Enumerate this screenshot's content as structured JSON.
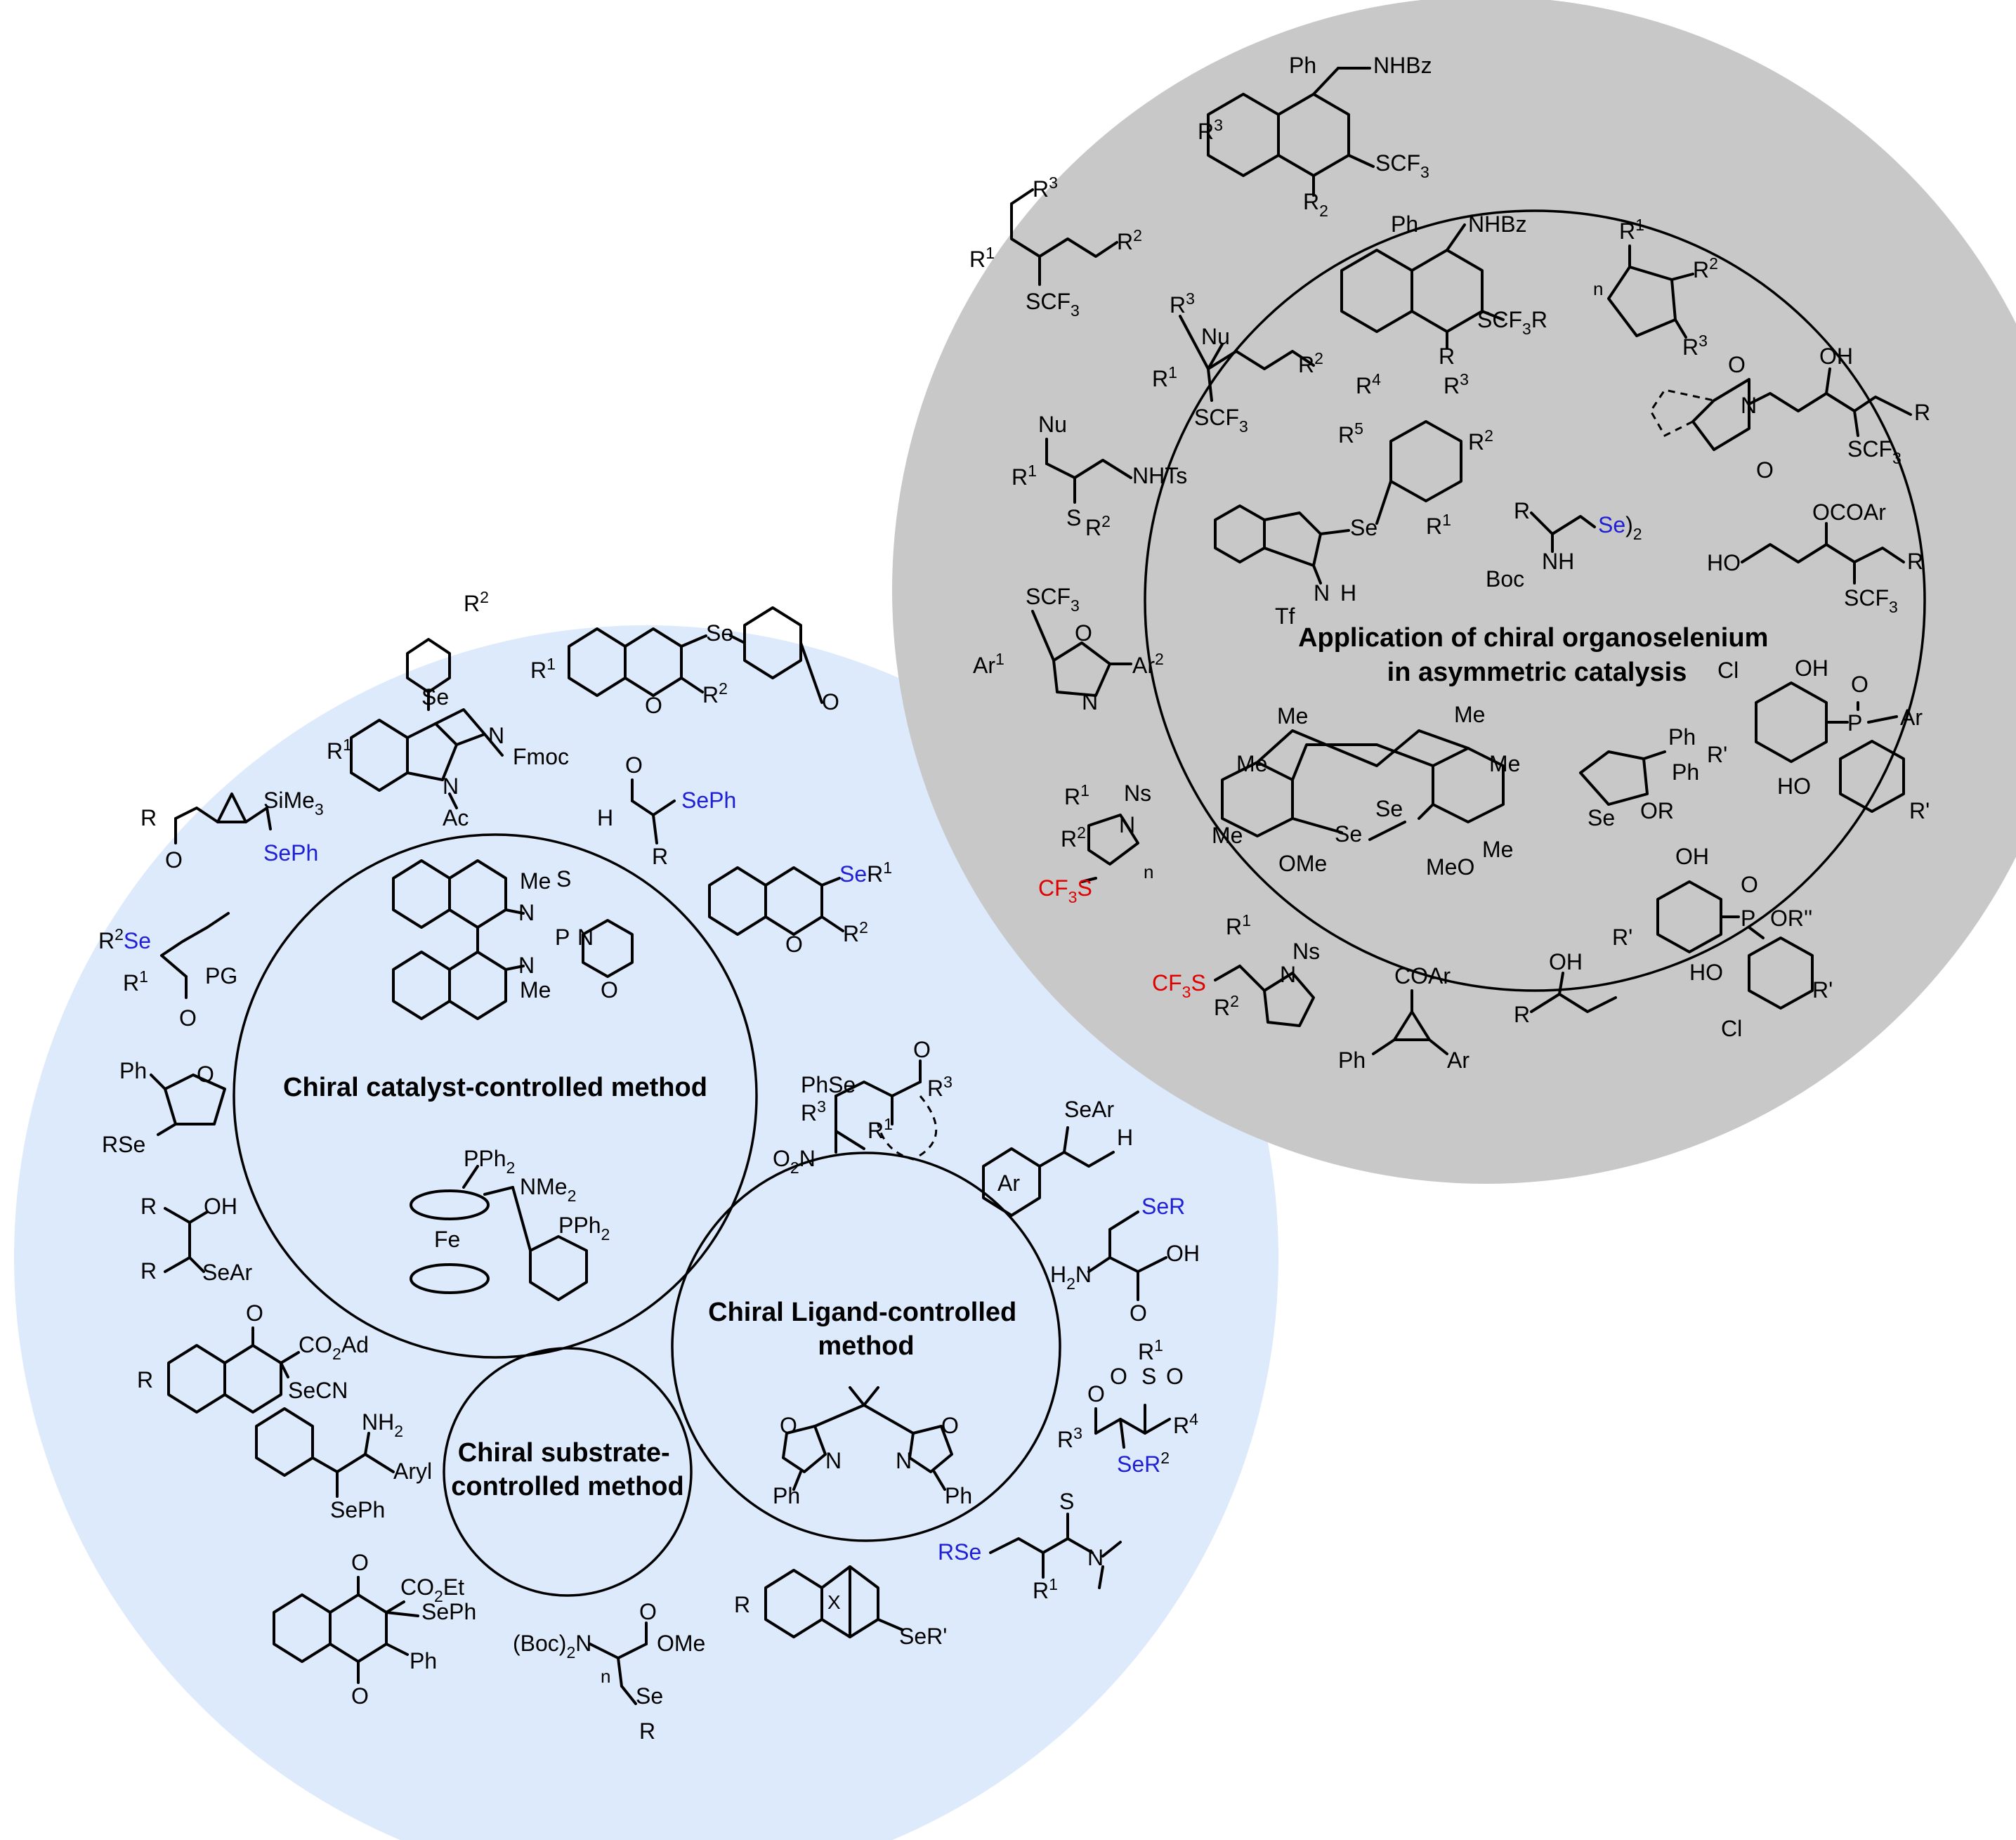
{
  "colors": {
    "left_background": "#ddeafb",
    "right_background": "#c8c8c8",
    "selenium": "#1f1fd6",
    "scf3_highlight": "#e00000",
    "outline": "#000000"
  },
  "headings": {
    "application": [
      "Application of chiral organoselenium",
      "in asymmetric catalysis"
    ],
    "catalyst": [
      "Chiral catalyst-controlled method"
    ],
    "ligand": [
      "Chiral Ligand-controlled",
      "method"
    ],
    "substrate": [
      "Chiral substrate-",
      "controlled method"
    ]
  },
  "structure_labels": {
    "a1": "Ph",
    "a2": "NHBz",
    "a3": "R",
    "a4": "3",
    "a5": "SCF",
    "a6": "3",
    "a7": "R",
    "a8": "2",
    "b1": "Ph",
    "b2": "NHBz",
    "b3": "SCF",
    "b4": "3",
    "b5": "R",
    "b6": "R",
    "c1": "R",
    "c2": "3",
    "c3": "R",
    "c4": "1",
    "c5": "R",
    "c6": "2",
    "c7": "SCF",
    "c8": "3",
    "d1": "R",
    "d2": "3",
    "d3": "Nu",
    "d4": "R",
    "d5": "1",
    "d6": "R",
    "d7": "2",
    "d8": "SCF",
    "d9": "3",
    "e1": "R",
    "e2": "1",
    "e3": "R",
    "e4": "2",
    "e5": "R",
    "e6": "3",
    "e7": "n",
    "f1": "OH",
    "f2": "R",
    "f3": "SCF",
    "f4": "3",
    "f5": "N",
    "f6": "O",
    "f7": "O",
    "g1": "OCOAr",
    "g2": "HO",
    "g3": "R",
    "g4": "SCF",
    "g5": "3",
    "h1": "Nu",
    "h2": "R",
    "h3": "1",
    "h4": "NHTs",
    "h5": "S",
    "h6": "R",
    "h7": "2",
    "i1": "R",
    "i2": "4",
    "i3": "R",
    "i4": "3",
    "i5": "R",
    "i6": "5",
    "i7": "R",
    "i8": "2",
    "i9": "R",
    "i10": "1",
    "i11": "Se",
    "i12": "N",
    "i13": "H",
    "i14": "Tf",
    "j1": "R",
    "j2": "Se",
    "j3": ")",
    "j4": "2",
    "j5": "NH",
    "j6": "Boc",
    "k1": "SCF",
    "k2": "3",
    "k3": "Ar",
    "k4": "1",
    "k5": "O",
    "k6": "Ar",
    "k7": "2",
    "k8": "N",
    "l1": "Cl",
    "l2": "OH",
    "l3": "O",
    "l4": "P",
    "l5": "Ar",
    "l6": "R'",
    "l7": "HO",
    "l8": "R'",
    "m1": "Me",
    "m2": "Me",
    "m3": "Me",
    "m4": "Me",
    "m5": "Me",
    "m6": "Me",
    "m7": "OMe",
    "m8": "MeO",
    "m9": "Se",
    "m10": "Se",
    "n1": "Ph",
    "n2": "Ph",
    "n3": "OR",
    "n4": "Se",
    "o1": "R",
    "o2": "1",
    "o3": "Ns",
    "o4": "N",
    "o5": "R",
    "o6": "2",
    "o7": "CF",
    "o8": "3",
    "o9": "S",
    "o10": "n",
    "p1": "OH",
    "p2": "O",
    "p3": "P",
    "p4": "OR''",
    "p5": "R'",
    "p6": "HO",
    "p7": "R'",
    "p8": "Cl",
    "q1": "R",
    "q2": "1",
    "q3": "Ns",
    "q4": "N",
    "q5": "CF",
    "q6": "3",
    "q7": "S",
    "q8": "R",
    "q9": "2",
    "r1": "COAr",
    "r2": "Ph",
    "r3": "Ar",
    "s1": "OH",
    "s2": "R",
    "t1": "R",
    "t2": "2",
    "t3": "Se",
    "t4": "R",
    "t5": "1",
    "t6": "N",
    "t7": "Fmoc",
    "t8": "Ac",
    "u1": "R",
    "u2": "1",
    "u3": "Se",
    "u4": "O",
    "u5": "R",
    "u6": "2",
    "u7": "O",
    "v1": "R",
    "v2": "SiMe",
    "v3": "3",
    "v4": "O",
    "v5": "SePh",
    "w1": "O",
    "w2": "H",
    "w3": "SePh",
    "w4": "R",
    "x1": "Se",
    "x2": "R",
    "x3": "1",
    "x4": "O",
    "x5": "R",
    "x6": "2",
    "y1": "Me",
    "y2": "N",
    "y3": "S",
    "y4": "P",
    "y5": "N",
    "y6": "N",
    "y7": "O",
    "y8": "Me",
    "z1": "R",
    "z2": "2",
    "z3": "Se",
    "z4": "R",
    "z5": "1",
    "z6": "PG",
    "z7": "O",
    "aa1": "Ph",
    "aa2": "O",
    "aa3": "RSe",
    "ab1": "PPh",
    "ab2": "2",
    "ab3": "NMe",
    "ab4": "2",
    "ab5": "PPh",
    "ab6": "2",
    "ab7": "Fe",
    "ac1": "R",
    "ac2": "OH",
    "ac3": "R",
    "ac4": "SeAr",
    "ad1": "PhSe",
    "ad2": "R",
    "ad3": "3",
    "ad4": "R",
    "ad5": "1",
    "ad6": "O",
    "ad7": "R",
    "ad8": "3",
    "ad9": "O",
    "ad10": "2",
    "ad11": "N",
    "ae1": "SeAr",
    "ae2": "H",
    "ae3": "Ar",
    "af1": "SeR",
    "af2": "OH",
    "af3": "H",
    "af4": "2",
    "af5": "N",
    "af6": "O",
    "ag1": "O",
    "ag2": "CO",
    "ag3": "2",
    "ag4": "Ad",
    "ag5": "R",
    "ag6": "SeCN",
    "ah1": "NH",
    "ah2": "2",
    "ah3": "Aryl",
    "ah4": "SePh",
    "ai1": "O",
    "ai2": "N",
    "ai3": "N",
    "ai4": "O",
    "ai5": "Ph",
    "ai6": "Ph",
    "aj1": "R",
    "aj2": "1",
    "aj3": "O",
    "aj4": "S",
    "aj5": "O",
    "aj6": "O",
    "aj7": "R",
    "aj8": "3",
    "aj9": "R",
    "aj10": "4",
    "aj11": "SeR",
    "aj12": "2",
    "ak1": "RSe",
    "ak2": "S",
    "ak3": "N",
    "ak4": "R",
    "ak5": "1",
    "al1": "O",
    "al2": "CO",
    "al3": "2",
    "al4": "Et",
    "al5": "SePh",
    "al6": "Ph",
    "al7": "O",
    "am1": "(Boc)",
    "am2": "2",
    "am3": "N",
    "am4": "O",
    "am5": "OMe",
    "am6": "n",
    "am7": "Se",
    "am8": "R",
    "an1": "R",
    "an2": "X",
    "an3": "SeR'"
  }
}
